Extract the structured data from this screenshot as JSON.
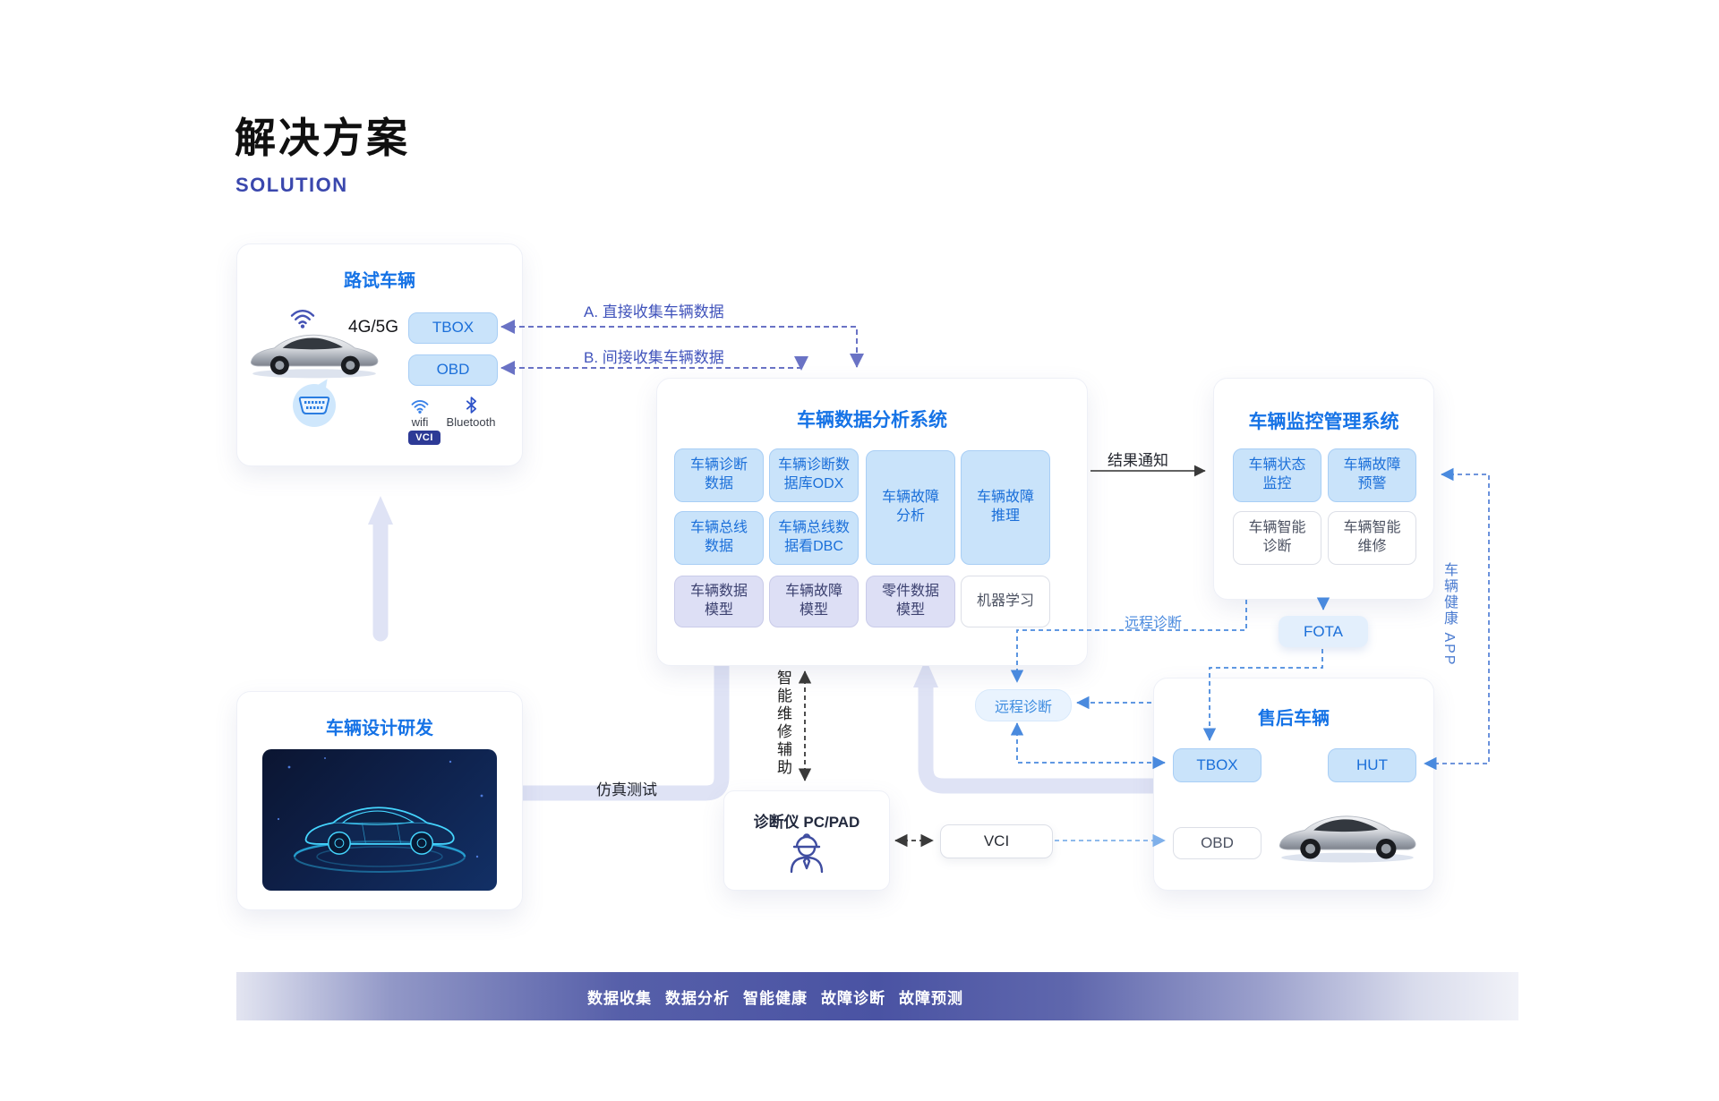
{
  "header": {
    "title": "解决方案",
    "subtitle": "SOLUTION"
  },
  "road_test": {
    "title": "路试车辆",
    "network": "4G/5G",
    "tbox": "TBOX",
    "obd": "OBD",
    "wifi": "wifi",
    "bluetooth": "Bluetooth",
    "vci": "VCI"
  },
  "flows": {
    "collect_a": "A. 直接收集车辆数据",
    "collect_b": "B. 间接收集车辆数据",
    "result_notice": "结果通知",
    "remote_diagnosis": "远程诊断",
    "remote_diagnosis_node": "远程诊断",
    "simulation_test": "仿真测试",
    "smart_maintenance": "智能维修辅助",
    "vehicle_health_app": "车辆健康 APP",
    "fota": "FOTA",
    "vci": "VCI"
  },
  "analysis": {
    "title": "车辆数据分析系统",
    "cells": [
      {
        "label": "车辆诊断\n数据"
      },
      {
        "label": "车辆诊断数\n据库ODX"
      },
      {
        "label": "车辆总线\n数据"
      },
      {
        "label": "车辆总线数\n据看DBC"
      },
      {
        "label": "车辆故障\n分析"
      },
      {
        "label": "车辆故障\n推理"
      },
      {
        "label": "车辆数据\n模型"
      },
      {
        "label": "车辆故障\n模型"
      },
      {
        "label": "零件数据\n模型"
      },
      {
        "label": "机器学习"
      }
    ]
  },
  "monitoring": {
    "title": "车辆监控管理系统",
    "cells": [
      {
        "label": "车辆状态\n监控"
      },
      {
        "label": "车辆故障\n预警"
      },
      {
        "label": "车辆智能\n诊断"
      },
      {
        "label": "车辆智能\n维修"
      }
    ]
  },
  "aftersales": {
    "title": "售后车辆",
    "tbox": "TBOX",
    "hut": "HUT",
    "obd": "OBD"
  },
  "design": {
    "title": "车辆设计研发"
  },
  "diagnostic_tool": {
    "title": "诊断仪 PC/PAD"
  },
  "banner": {
    "items": [
      {
        "label": "数据收集"
      },
      {
        "label": "数据分析"
      },
      {
        "label": "智能健康"
      },
      {
        "label": "故障诊断"
      },
      {
        "label": "故障预测"
      }
    ]
  },
  "colors": {
    "title_blue": "#1673e6",
    "node_blue_bg": "#c9e3fa",
    "node_blue_text": "#1b6fd9",
    "lavender_bg": "#dddff5",
    "indigo_dash": "#6a73c5",
    "blue_dash": "#4a8ade",
    "banner_indigo": "#4a53a3",
    "vci_badge_bg": "#2d3a96"
  }
}
